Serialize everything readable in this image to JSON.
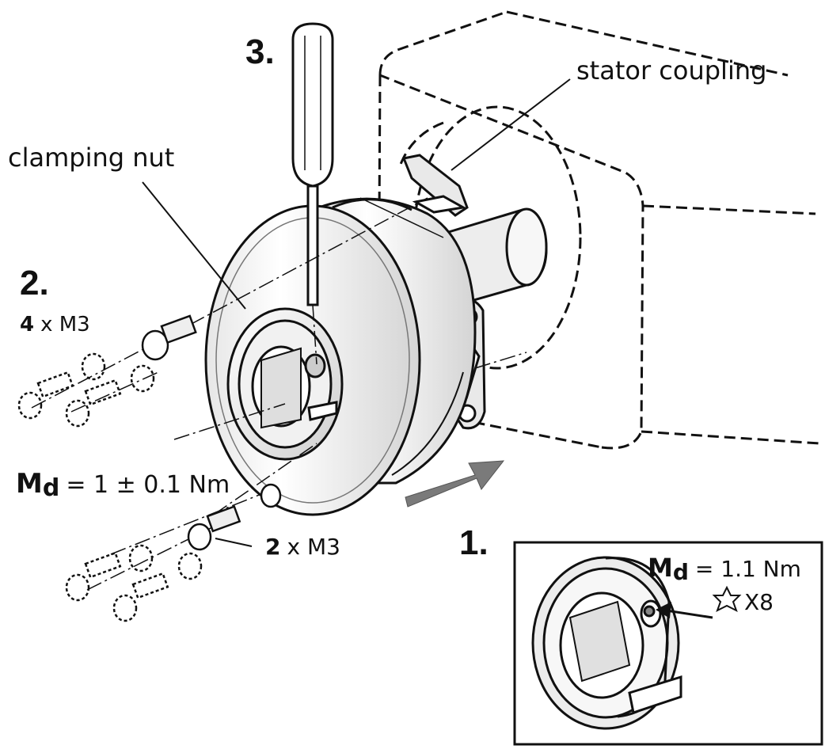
{
  "steps": {
    "step1": "1.",
    "step2": "2.",
    "step3": "3."
  },
  "labels": {
    "stator_coupling": "stator coupling",
    "clamping_nut": "clamping nut",
    "screws_4_count": "4",
    "screws_4_spec": "x M3",
    "screws_2_count": "2",
    "screws_2_spec": "x M3",
    "torque_main_symbol": "M",
    "torque_main_sub": "d",
    "torque_main_value": "= 1 ± 0.1 Nm",
    "inset_torque_symbol": "M",
    "inset_torque_sub": "d",
    "inset_torque_value": "= 1.1 Nm",
    "inset_tool": "X8"
  },
  "colors": {
    "line": "#111111",
    "arrow_fill": "#7a7a7a",
    "body_light": "#f2f2f2",
    "body_shade": "#d9d9d9"
  }
}
